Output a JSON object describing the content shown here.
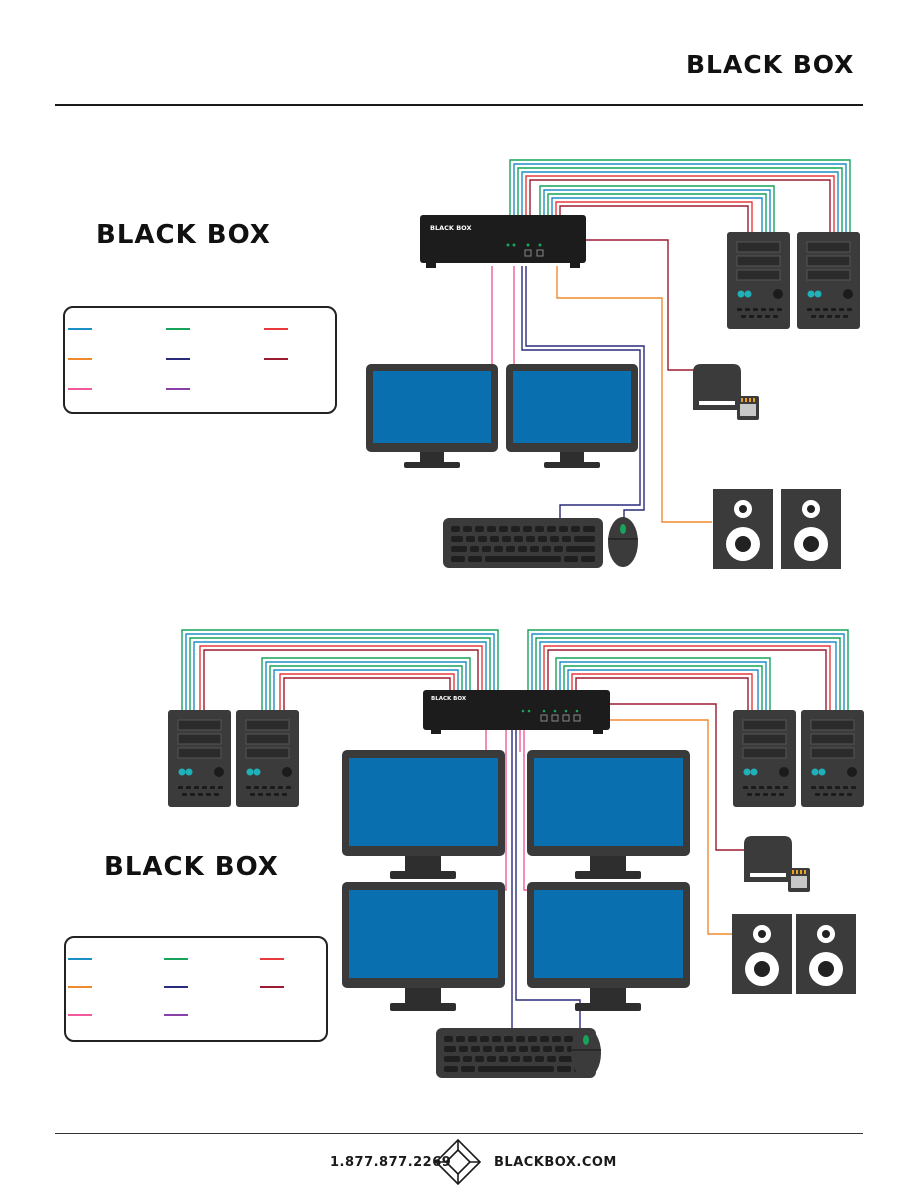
{
  "header": {
    "brand": "BLACK BOX"
  },
  "diagram_top": {
    "brand": "BLACK BOX",
    "switch_label": "BLACK BOX"
  },
  "diagram_bottom": {
    "brand": "BLACK BOX",
    "switch_label": "BLACK BOX"
  },
  "legend_colors": [
    "#1e8ec6",
    "#17a35a",
    "#e83a3a",
    "#f08a2e",
    "#2a2a7a",
    "#9b1b30",
    "#ef5a9a",
    "#8b3fa8"
  ],
  "cable_colors": {
    "blue": "#1e8ec6",
    "green": "#17a35a",
    "red": "#e83a3a",
    "orange": "#f08a2e",
    "navy": "#2a2a7a",
    "maroon": "#9b1b30",
    "pink": "#ef5a9a",
    "purple": "#8b3fa8"
  },
  "footer": {
    "phone": "1.877.877.2269",
    "website": "BLACKBOX.COM"
  }
}
